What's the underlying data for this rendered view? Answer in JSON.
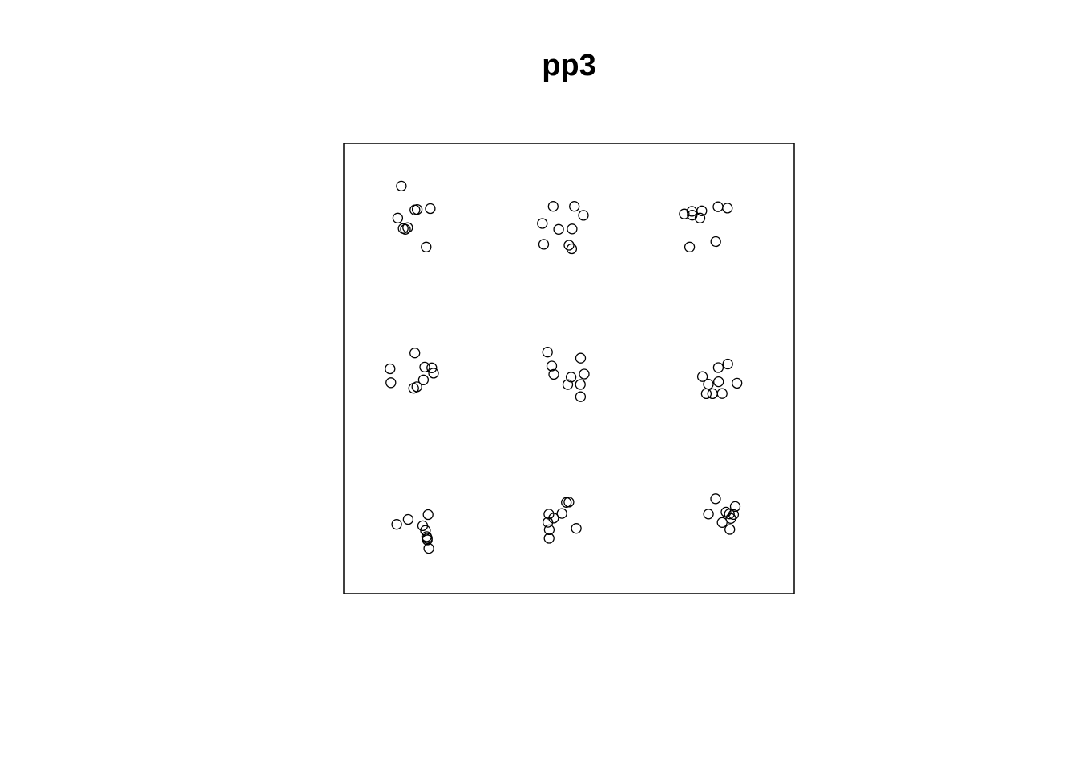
{
  "chart_data": {
    "type": "scatter",
    "title": "pp3",
    "xlim": [
      0,
      1
    ],
    "ylim": [
      0,
      1
    ],
    "window": "square",
    "marker": "open-circle",
    "marker_color": "#000000",
    "axes_shown": false,
    "grid": false,
    "legend": "none",
    "x": [
      0.128,
      0.158,
      0.163,
      0.192,
      0.12,
      0.132,
      0.142,
      0.137,
      0.183,
      0.465,
      0.512,
      0.532,
      0.441,
      0.477,
      0.507,
      0.444,
      0.5,
      0.506,
      0.773,
      0.756,
      0.795,
      0.831,
      0.852,
      0.791,
      0.826,
      0.768,
      0.7737,
      0.1578,
      0.1797,
      0.1953,
      0.1993,
      0.1029,
      0.1047,
      0.1768,
      0.1551,
      0.1623,
      0.4524,
      0.5258,
      0.4617,
      0.4662,
      0.5338,
      0.4973,
      0.5046,
      0.5252,
      0.5257,
      0.8322,
      0.8527,
      0.7964,
      0.8317,
      0.8096,
      0.8188,
      0.8731,
      0.8049,
      0.8402,
      0.1872,
      0.1176,
      0.1431,
      0.1752,
      0.1814,
      0.1839,
      0.1854,
      0.1854,
      0.1888,
      0.4941,
      0.4999,
      0.4553,
      0.4659,
      0.4531,
      0.4562,
      0.5162,
      0.4844,
      0.4559,
      0.8256,
      0.8098,
      0.8692,
      0.8487,
      0.8562,
      0.8594,
      0.8403,
      0.8654,
      0.8571
    ],
    "y": [
      0.905,
      0.852,
      0.853,
      0.855,
      0.834,
      0.811,
      0.813,
      0.809,
      0.77,
      0.86,
      0.86,
      0.84,
      0.822,
      0.809,
      0.81,
      0.776,
      0.774,
      0.766,
      0.849,
      0.843,
      0.85,
      0.859,
      0.856,
      0.834,
      0.782,
      0.77,
      0.8404,
      0.5343,
      0.5029,
      0.5013,
      0.4895,
      0.4991,
      0.4683,
      0.4745,
      0.4561,
      0.4592,
      0.5362,
      0.5227,
      0.5053,
      0.4868,
      0.4875,
      0.4643,
      0.4808,
      0.4645,
      0.4374,
      0.4705,
      0.5098,
      0.4818,
      0.5017,
      0.4649,
      0.4442,
      0.4673,
      0.4441,
      0.4445,
      0.1753,
      0.1535,
      0.1646,
      0.1506,
      0.1403,
      0.1266,
      0.1193,
      0.1227,
      0.1003,
      0.2024,
      0.2031,
      0.1764,
      0.1674,
      0.1581,
      0.1416,
      0.1446,
      0.1778,
      0.1227,
      0.2104,
      0.1765,
      0.1932,
      0.1808,
      0.1767,
      0.1668,
      0.1578,
      0.1755,
      0.1424
    ]
  }
}
